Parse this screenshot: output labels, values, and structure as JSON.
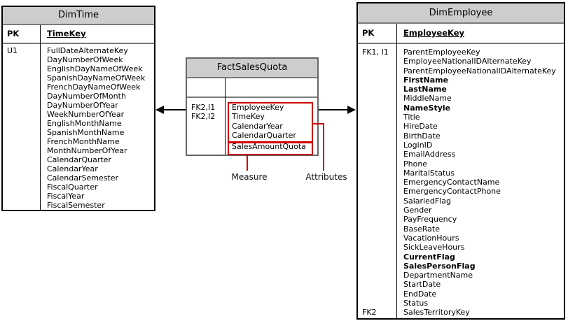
{
  "diagram": {
    "colors": {
      "header_fill": "#cdcdcd",
      "table_border": "#000000",
      "fact_border": "#666666",
      "row_divider": "#7a7a7a",
      "highlight": "#cc0000",
      "arrow": "#0a0a0a"
    },
    "tables": [
      {
        "id": "dim-time",
        "title": "DimTime",
        "pk_label": "PK",
        "pk_field": "TimeKey",
        "rows": [
          {
            "key": "U1",
            "name": "FullDateAlternateKey"
          },
          {
            "key": "",
            "name": "DayNumberOfWeek"
          },
          {
            "key": "",
            "name": "EnglishDayNameOfWeek"
          },
          {
            "key": "",
            "name": "SpanishDayNameOfWeek"
          },
          {
            "key": "",
            "name": "FrenchDayNameOfWeek"
          },
          {
            "key": "",
            "name": "DayNumberOfMonth"
          },
          {
            "key": "",
            "name": "DayNumberOfYear"
          },
          {
            "key": "",
            "name": "WeekNumberOfYear"
          },
          {
            "key": "",
            "name": "EnglishMonthName"
          },
          {
            "key": "",
            "name": "SpanishMonthName"
          },
          {
            "key": "",
            "name": "FrenchMonthName"
          },
          {
            "key": "",
            "name": "MonthNumberOfYear"
          },
          {
            "key": "",
            "name": "CalendarQuarter"
          },
          {
            "key": "",
            "name": "CalendarYear"
          },
          {
            "key": "",
            "name": "CalendarSemester"
          },
          {
            "key": "",
            "name": "FiscalQuarter"
          },
          {
            "key": "",
            "name": "FiscalYear"
          },
          {
            "key": "",
            "name": "FiscalSemester"
          }
        ]
      },
      {
        "id": "fact-sales-quota",
        "title": "FactSalesQuota",
        "pk_label": "",
        "pk_field": "",
        "rows": [
          {
            "key": "FK2,I1",
            "name": "EmployeeKey"
          },
          {
            "key": "FK2,I2",
            "name": "TimeKey"
          },
          {
            "key": "",
            "name": "CalendarYear"
          },
          {
            "key": "",
            "name": "CalendarQuarter"
          },
          {
            "key": "",
            "name": "SalesAmountQuota",
            "gap_before": true
          }
        ]
      },
      {
        "id": "dim-employee",
        "title": "DimEmployee",
        "pk_label": "PK",
        "pk_field": "EmployeeKey",
        "rows": [
          {
            "key": "FK1, I1",
            "name": "ParentEmployeeKey"
          },
          {
            "key": "",
            "name": "EmployeeNationalIDAlternateKey"
          },
          {
            "key": "",
            "name": "ParentEmployeeNationalIDAlternateKey"
          },
          {
            "key": "",
            "name": "FirstName",
            "bold": true
          },
          {
            "key": "",
            "name": "LastName",
            "bold": true
          },
          {
            "key": "",
            "name": "MiddleName"
          },
          {
            "key": "",
            "name": "NameStyle",
            "bold": true
          },
          {
            "key": "",
            "name": "Title"
          },
          {
            "key": "",
            "name": "HireDate"
          },
          {
            "key": "",
            "name": "BirthDate"
          },
          {
            "key": "",
            "name": "LoginID"
          },
          {
            "key": "",
            "name": "EmailAddress"
          },
          {
            "key": "",
            "name": "Phone"
          },
          {
            "key": "",
            "name": "MaritalStatus"
          },
          {
            "key": "",
            "name": "EmergencyContactName"
          },
          {
            "key": "",
            "name": "EmergencyContactPhone"
          },
          {
            "key": "",
            "name": "SalariedFlag"
          },
          {
            "key": "",
            "name": "Gender"
          },
          {
            "key": "",
            "name": "PayFrequency"
          },
          {
            "key": "",
            "name": "BaseRate"
          },
          {
            "key": "",
            "name": "VacationHours"
          },
          {
            "key": "",
            "name": "SickLeaveHours"
          },
          {
            "key": "",
            "name": "CurrentFlag",
            "bold": true
          },
          {
            "key": "",
            "name": "SalesPersonFlag",
            "bold": true
          },
          {
            "key": "",
            "name": "DepartmentName"
          },
          {
            "key": "",
            "name": "StartDate"
          },
          {
            "key": "",
            "name": "EndDate"
          },
          {
            "key": "",
            "name": "Status"
          },
          {
            "key": "FK2",
            "name": "SalesTerritoryKey"
          }
        ]
      }
    ],
    "annotations": {
      "measure_label": "Measure",
      "attributes_label": "Attributes"
    }
  }
}
